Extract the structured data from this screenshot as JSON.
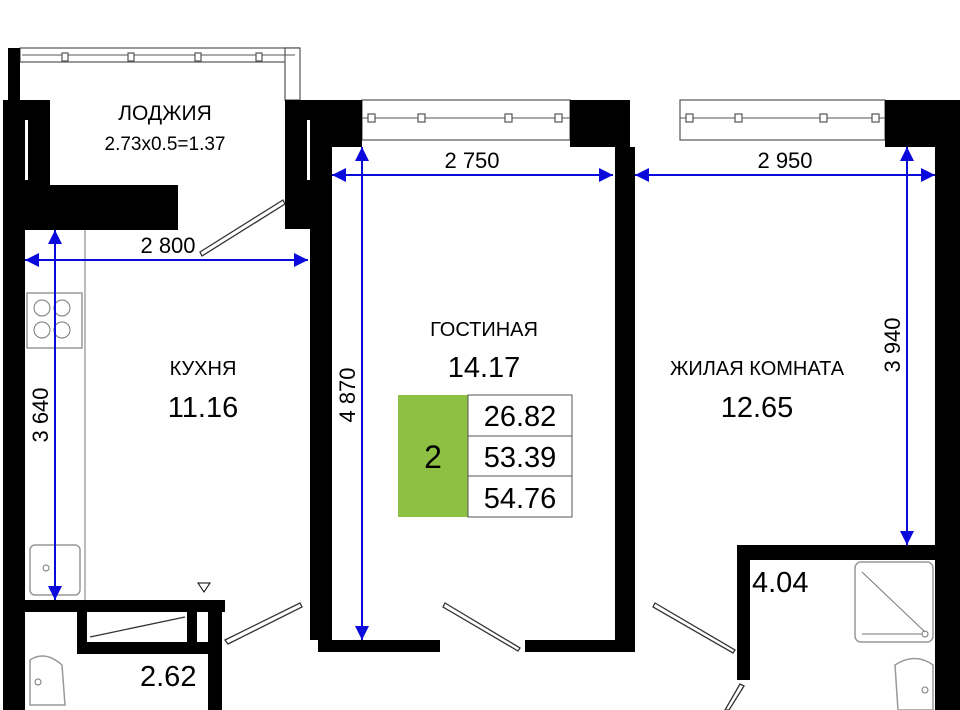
{
  "rooms": {
    "loggia": {
      "name": "ЛОДЖИЯ",
      "area": "2.73x0.5=1.37"
    },
    "kitchen": {
      "name": "КУХНЯ",
      "area": "11.16"
    },
    "living": {
      "name": "ГОСТИНАЯ",
      "area": "14.17"
    },
    "bedroom": {
      "name": "ЖИЛАЯ КОМНАТА",
      "area": "12.65"
    },
    "bathroom": {
      "area": "4.04"
    },
    "wc": {
      "area": "2.62"
    }
  },
  "dimensions": {
    "kitchen_width": "2 800",
    "kitchen_length": "3 640",
    "living_width": "2 750",
    "living_length": "4 870",
    "bedroom_width": "2 950",
    "bedroom_length": "3 940"
  },
  "summary": {
    "rooms_count": "2",
    "living_area": "26.82",
    "total_area": "53.39",
    "total_with_loggia": "54.76",
    "accent_color": "#8dc043"
  }
}
